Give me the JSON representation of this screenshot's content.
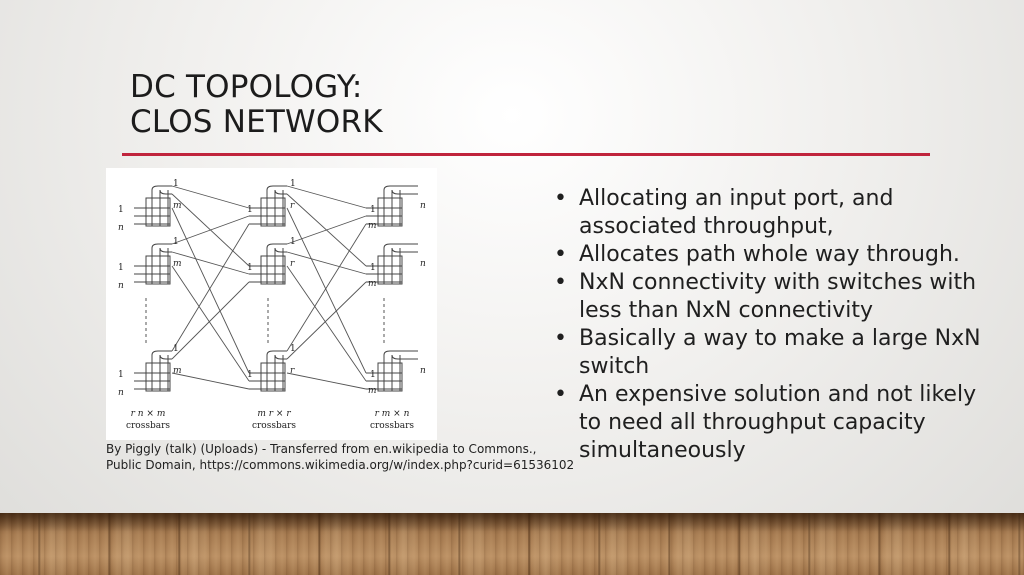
{
  "slide": {
    "title_line1": "DC TOPOLOGY:",
    "title_line2": "CLOS NETWORK",
    "accent_color": "#c0243c",
    "caption_line1": "By Piggly (talk) (Uploads) - Transferred from en.wikipedia to Commons.,",
    "caption_line2": "Public Domain, https://commons.wikimedia.org/w/index.php?curid=61536102",
    "bullets": [
      "Allocating an input port,  and associated throughput,",
      "Allocates path whole way through.",
      "NxN connectivity with switches with less than NxN connectivity",
      "Basically a way to make a large NxN switch",
      "An expensive solution and not likely to need all throughput capacity simultaneously"
    ],
    "bullet_marker": "•"
  },
  "diagram": {
    "stage_labels": [
      "r n × m",
      "m r × r",
      "r m × n"
    ],
    "stage_sublabel": "crossbars",
    "port_one": "1",
    "port_n": "n",
    "port_m": "m",
    "port_r": "r"
  }
}
